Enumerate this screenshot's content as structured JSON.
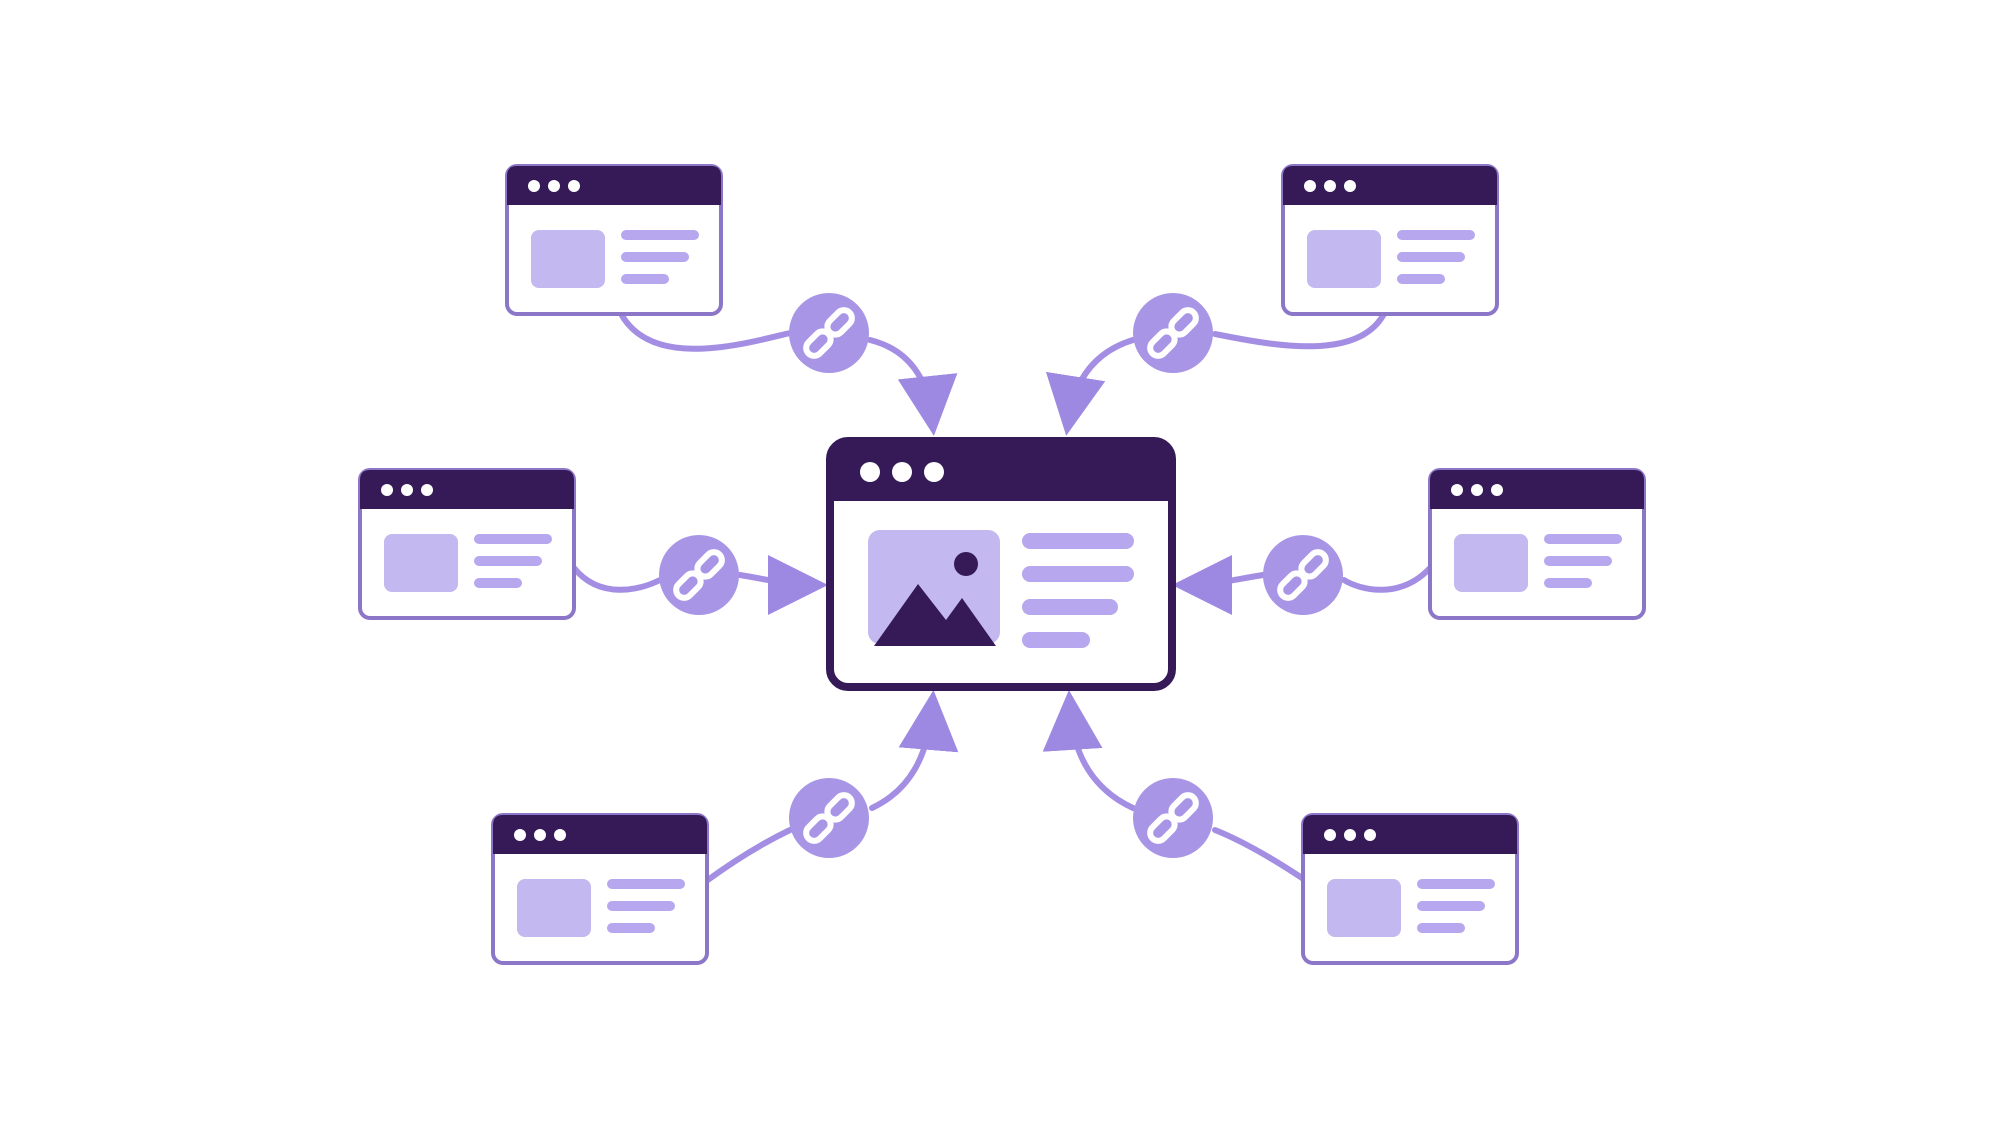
{
  "colors": {
    "background": "#ffffff",
    "window_header": "#351a57",
    "window_border_secondary": "#8c76c8",
    "window_border_main": "#351a57",
    "window_fill": "#ffffff",
    "placeholder_fill": "#c3b8f0",
    "text_line": "#b6a7ef",
    "connector": "#a48ee4",
    "link_badge": "#a995e6",
    "link_icon": "#ffffff",
    "arrow": "#9e89e2",
    "dots": "#ffffff"
  },
  "icons": {
    "link": "chain-link-icon",
    "main_image": "image-placeholder-icon",
    "window_controls": "window-dots-icon"
  },
  "diagram": {
    "center_node": "main-webpage",
    "source_nodes": [
      "page-top-left",
      "page-top-right",
      "page-middle-left",
      "page-middle-right",
      "page-bottom-left",
      "page-bottom-right"
    ],
    "relation": "backlink"
  }
}
